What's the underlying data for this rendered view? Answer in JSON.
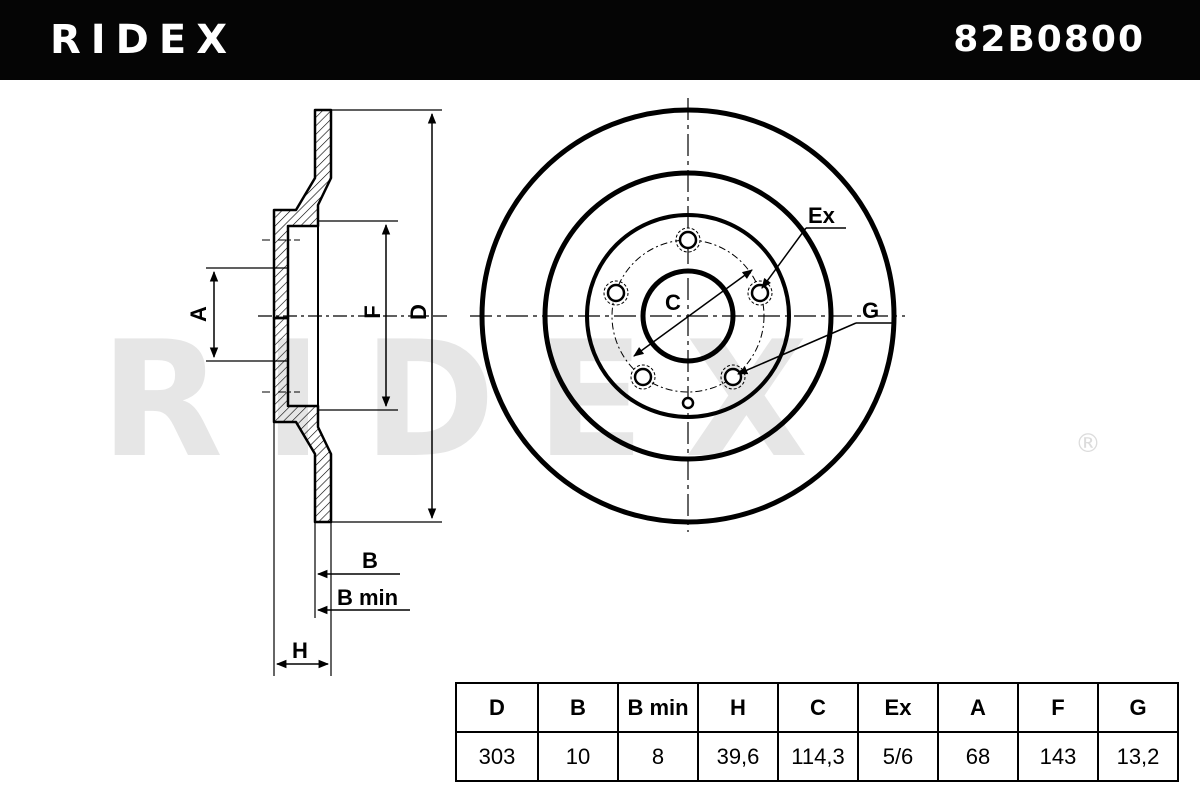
{
  "header": {
    "brand": "RIDEX",
    "part_number": "82B0800"
  },
  "watermark": {
    "text": "RIDEX",
    "registered_mark": "®"
  },
  "labels": {
    "A": "A",
    "F": "F",
    "D": "D",
    "B": "B",
    "B_min": "B min",
    "H": "H",
    "C": "C",
    "Ex": "Ex",
    "G": "G"
  },
  "specs": {
    "headers": [
      "D",
      "B",
      "B min",
      "H",
      "C",
      "Ex",
      "A",
      "F",
      "G"
    ],
    "values": [
      "303",
      "10",
      "8",
      "39,6",
      "114,3",
      "5/6",
      "68",
      "143",
      "13,2"
    ]
  }
}
